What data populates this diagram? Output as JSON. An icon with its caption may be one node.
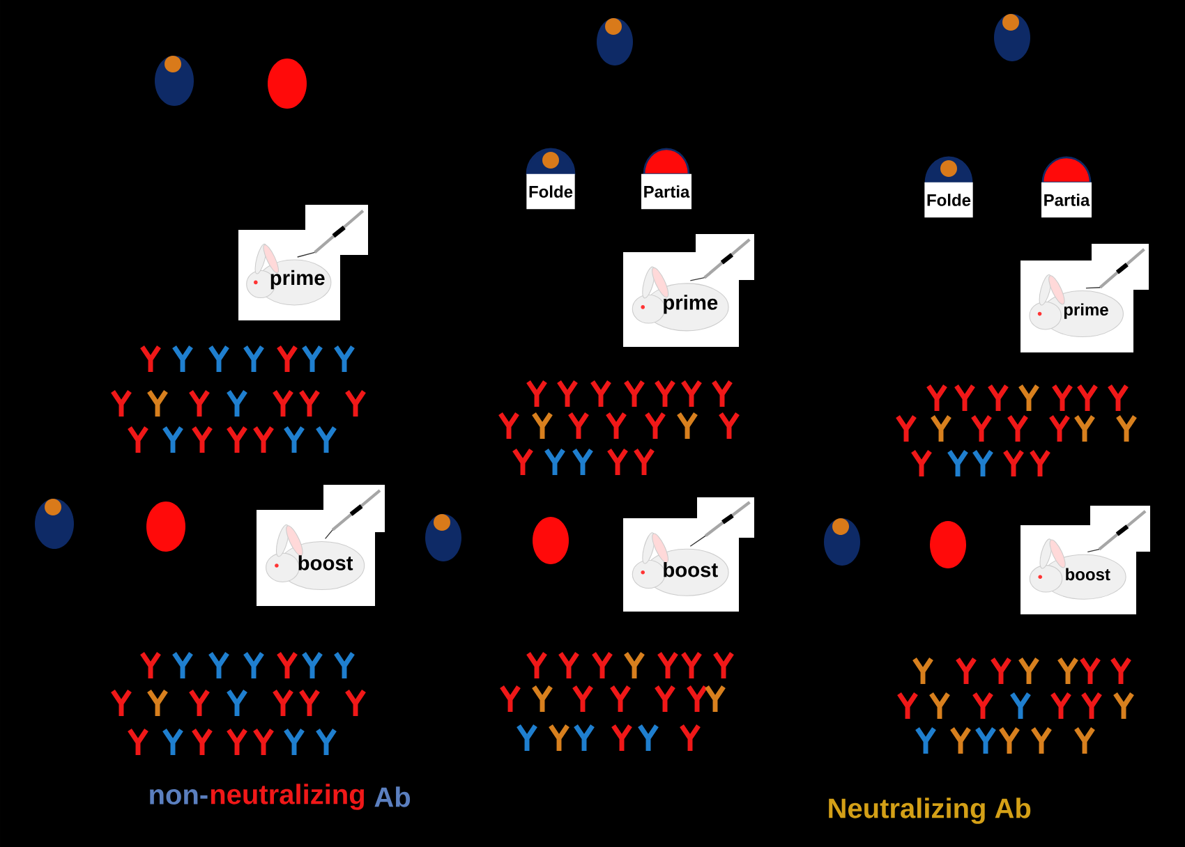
{
  "diagram": {
    "nodes": [
      {
        "text": [
          "prime"
        ]
      },
      {
        "text": [
          "Folde"
        ]
      },
      {
        "text": [
          "Partia"
        ]
      },
      {
        "text": [
          "prime"
        ]
      },
      {
        "text": [
          "Folde"
        ]
      },
      {
        "text": [
          "Partia"
        ]
      },
      {
        "text": [
          "prime"
        ]
      },
      {
        "text": [
          "boost"
        ]
      },
      {
        "text": [
          "boost"
        ]
      },
      {
        "text": [
          "boost"
        ]
      }
    ],
    "labels": [
      "non-",
      "neutralizing",
      "Ab",
      "Neutralizing Ab"
    ]
  }
}
